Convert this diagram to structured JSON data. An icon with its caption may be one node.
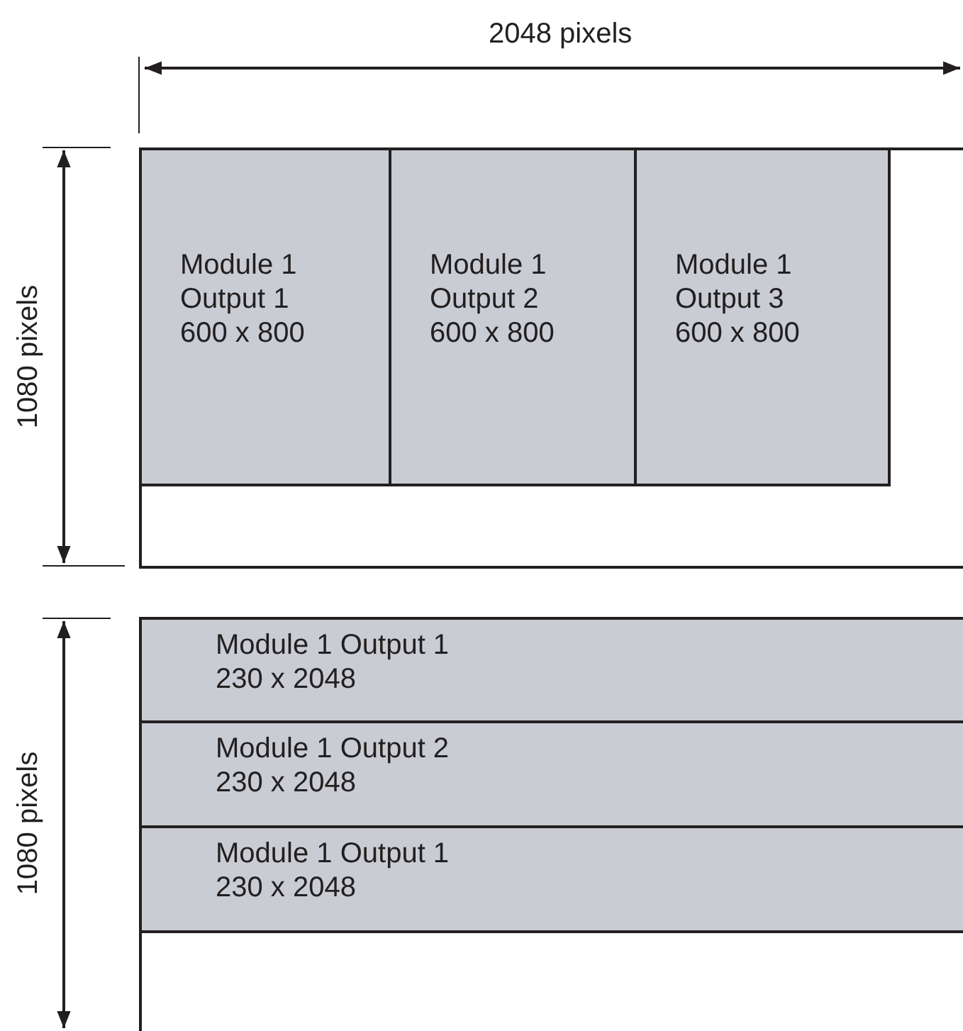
{
  "diagram": {
    "nodes": [
      {
        "text": [],
        "shape": "box"
      },
      {
        "text": [
          "Module 1 Output 1",
          "600 x 800"
        ],
        "in": 0
      },
      {
        "text": [
          "Module 1 Output 2",
          "600 x 800"
        ],
        "in": 0
      },
      {
        "text": [
          "Module 1 Output 3",
          "600 x 800"
        ],
        "in": 0
      },
      {
        "text": [],
        "shape": "box"
      },
      {
        "text": [
          "Module 1 Output 1",
          "230 x 2048"
        ],
        "in": 4
      },
      {
        "text": [
          "Module 1 Output 2",
          "230 x 2048"
        ],
        "in": 4
      },
      {
        "text": [
          "Module 1 Output 1",
          "230 x 2048"
        ],
        "in": 4
      }
    ],
    "edges": [],
    "labels": [
      "2048 pixels",
      "1080 pixels",
      "1080 pixels"
    ]
  }
}
